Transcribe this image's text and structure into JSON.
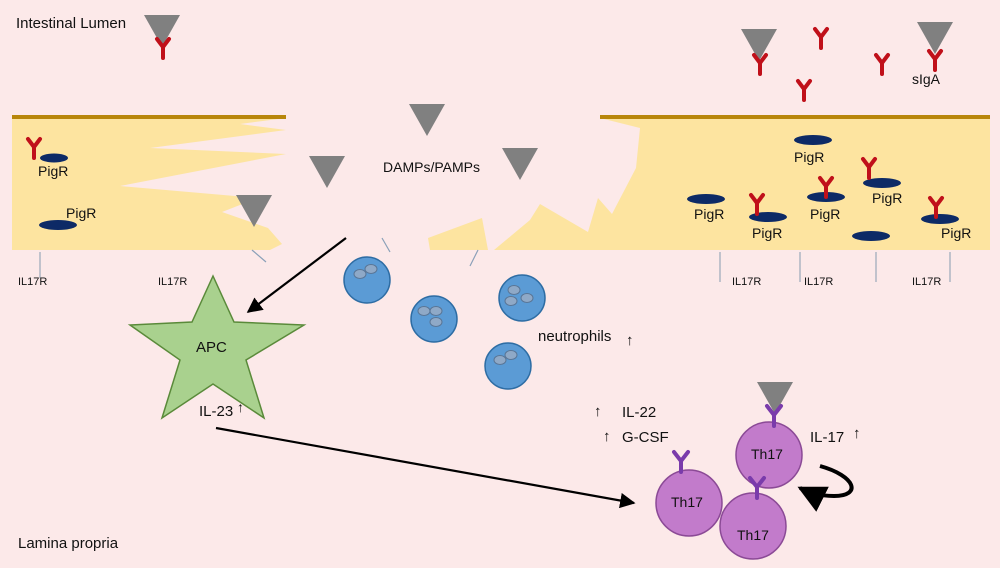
{
  "labels": {
    "lumen": "Intestinal Lumen",
    "lamina": "Lamina propria",
    "damps": "DAMPs/PAMPs",
    "siga": "sIgA",
    "pigr": "PigR",
    "il17r": "IL17R",
    "apc": "APC",
    "il23": "IL-23",
    "neutrophils": "neutrophils",
    "il22": "IL-22",
    "gcsf": "G-CSF",
    "il17": "IL-17",
    "th17": "Th17",
    "up_arrow": "↑"
  },
  "colors": {
    "background": "#fce9e9",
    "epithelium": "#fde4a0",
    "brush_border": "#b8860b",
    "antigen": "#808080",
    "antibody": "#c0101a",
    "receptor": "#0d2a66",
    "apc_fill": "#a9d18e",
    "apc_stroke": "#5a8a3a",
    "neutrophil_fill": "#5b9bd5",
    "neutrophil_stroke": "#2e6da4",
    "granule": "#8fa9c7",
    "th17_fill": "#c27bcb",
    "th17_stroke": "#8b4a96",
    "tcr": "#7a3bab"
  },
  "icons": [
    "antigen-triangle-icon",
    "iga-antibody-icon",
    "pigr-receptor-icon",
    "il17-receptor-icon",
    "curved-arrow-icon",
    "up-arrow-icon"
  ]
}
